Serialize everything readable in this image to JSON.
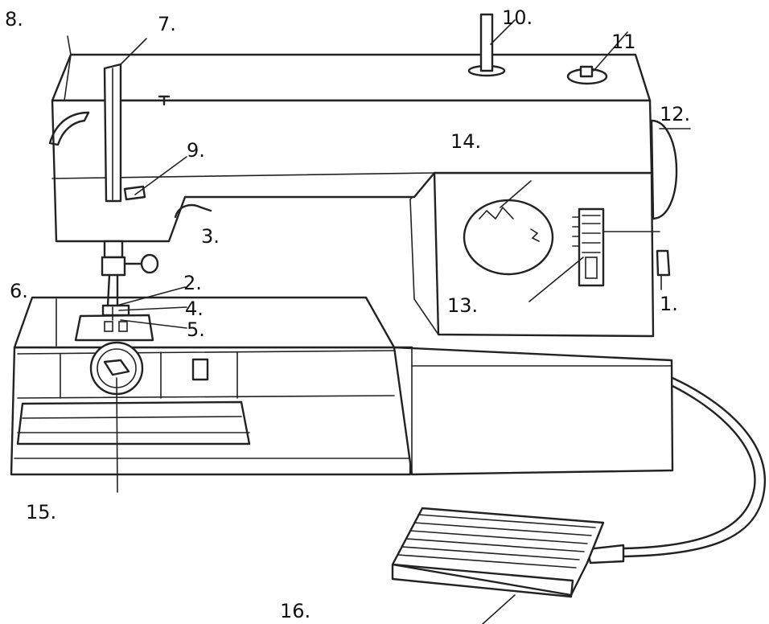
{
  "labels": {
    "l1": "1.",
    "l2": "2.",
    "l3": "3.",
    "l4": "4.",
    "l5": "5.",
    "l6": "6.",
    "l7": "7.",
    "l8": "8.",
    "l9": "9.",
    "l10": "10.",
    "l11": "11",
    "l12": "12.",
    "l13": "13.",
    "l14": "14.",
    "l15": "15.",
    "l16": "16."
  },
  "colors": {
    "line": "#222222",
    "background": "#ffffff"
  }
}
